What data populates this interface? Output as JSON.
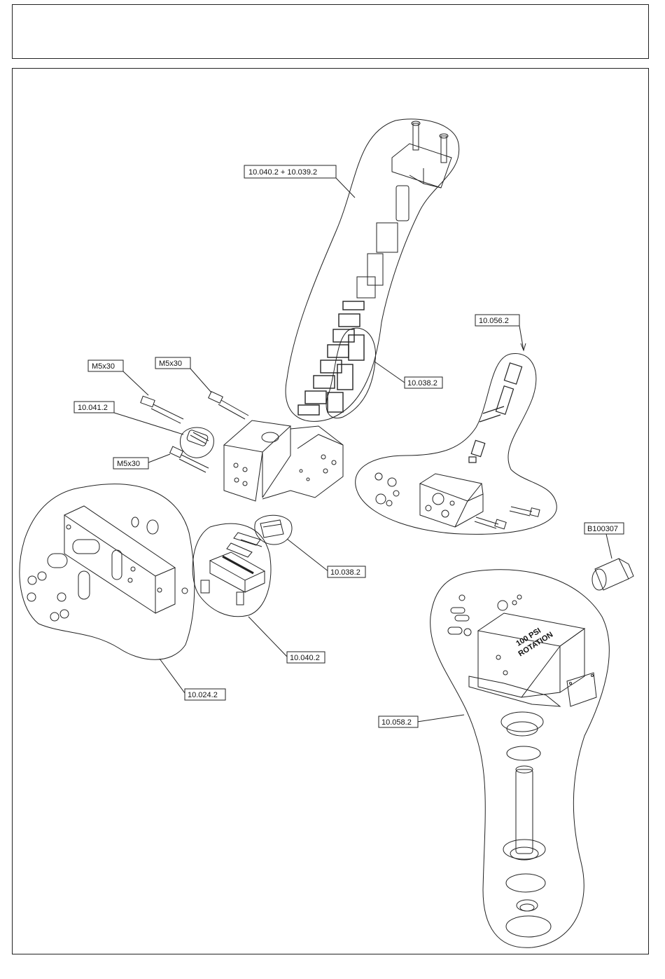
{
  "header": {
    "text": ""
  },
  "callouts": {
    "c1": "10.040.2 + 10.039.2",
    "c2": "10.056.2",
    "c3": "10.038.2",
    "c4": "M5x30",
    "c5": "M5x30",
    "c6": "10.041.2",
    "c7": "M5x30",
    "c8": "B100307",
    "c9": "10.038.2",
    "c10": "10.040.2",
    "c11": "10.024.2",
    "c12": "10.058.2"
  },
  "stamp": {
    "line1": "100 PSI",
    "line2": "ROTATION"
  }
}
